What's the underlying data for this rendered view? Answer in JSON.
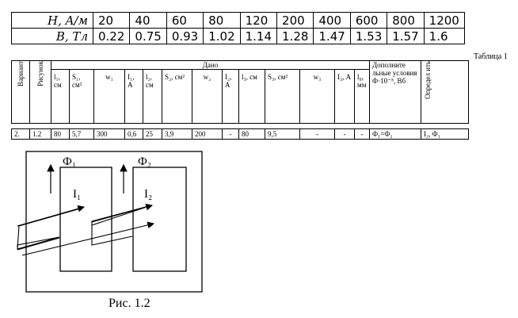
{
  "bh": {
    "h_label": "H, A/м",
    "b_label": "B, Тл",
    "h_values": [
      "20",
      "40",
      "60",
      "80",
      "120",
      "200",
      "400",
      "600",
      "800",
      "1200"
    ],
    "b_values": [
      "0.22",
      "0.75",
      "0.93",
      "1.02",
      "1.14",
      "1.28",
      "1.47",
      "1.53",
      "1.57",
      "1.6"
    ]
  },
  "table_title": "Таблица 1",
  "header": {
    "variant": "Вариант",
    "figure": "Рисунок",
    "given": "Дано",
    "extra": "Дополните льные условия Ф·10⁻⁵, Вб",
    "determine": "Определ ить",
    "cols": [
      "l₁, см",
      "S₁, см²",
      "w₁",
      "I₁, А",
      "l₂, см",
      "S₂, см²",
      "w₂",
      "I₂, А",
      "l₃, см",
      "S₃, см²",
      "w₃",
      "I₃, А",
      "l₀, мм"
    ]
  },
  "row": {
    "variant": "2.",
    "figure": "1.2",
    "values": [
      "80",
      "5,7",
      "300",
      "0,6",
      "25",
      "3,9",
      "200",
      "-",
      "80",
      "9,5",
      "-",
      "-",
      "-"
    ],
    "extra": "Ф₁=Ф₂",
    "determine": "I₂, Ф₁"
  },
  "figure_labels": {
    "phi1": "Ф₁",
    "phi2": "Ф₂",
    "i1": "I₁",
    "i2": "I₂"
  },
  "caption": "Рис. 1.2"
}
